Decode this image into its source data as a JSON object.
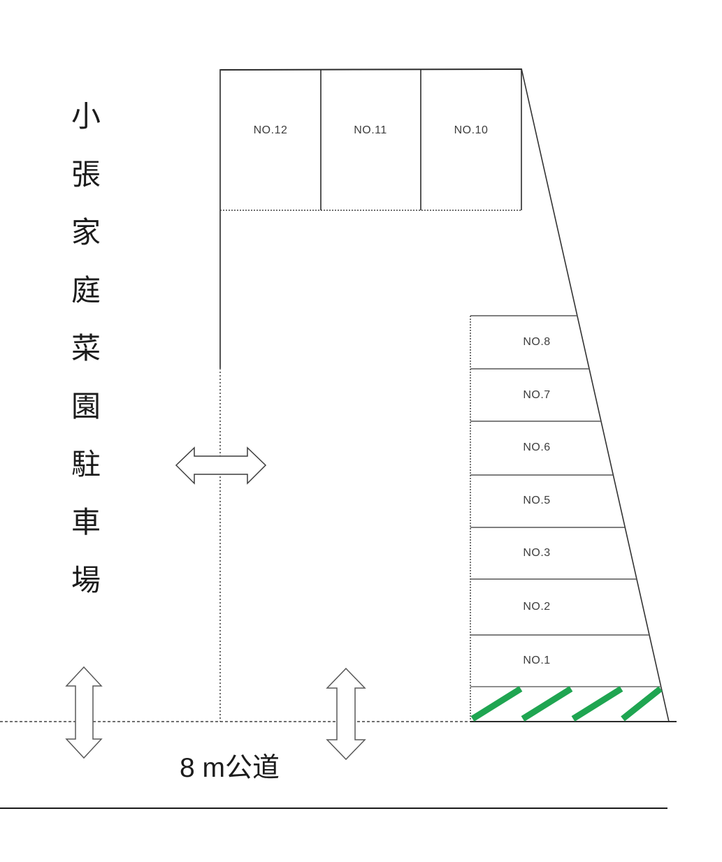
{
  "title": {
    "text": "小張家庭菜園駐車場"
  },
  "road": {
    "label": "8 m公道"
  },
  "top_row": {
    "stalls": [
      {
        "label": "NO.12"
      },
      {
        "label": "NO.11"
      },
      {
        "label": "NO.10"
      }
    ]
  },
  "right_column": {
    "stalls": [
      {
        "label": "NO.8"
      },
      {
        "label": "NO.7"
      },
      {
        "label": "NO.6"
      },
      {
        "label": "NO.5"
      },
      {
        "label": "NO.3"
      },
      {
        "label": "NO.2"
      },
      {
        "label": "NO.1"
      }
    ]
  },
  "icons": {
    "horizontal_double_arrow": "↔",
    "vertical_double_arrow": "↕"
  },
  "colors": {
    "hatch_green": "#1FA551",
    "outline": "#2e2e2e",
    "stall_line": "#555555"
  }
}
